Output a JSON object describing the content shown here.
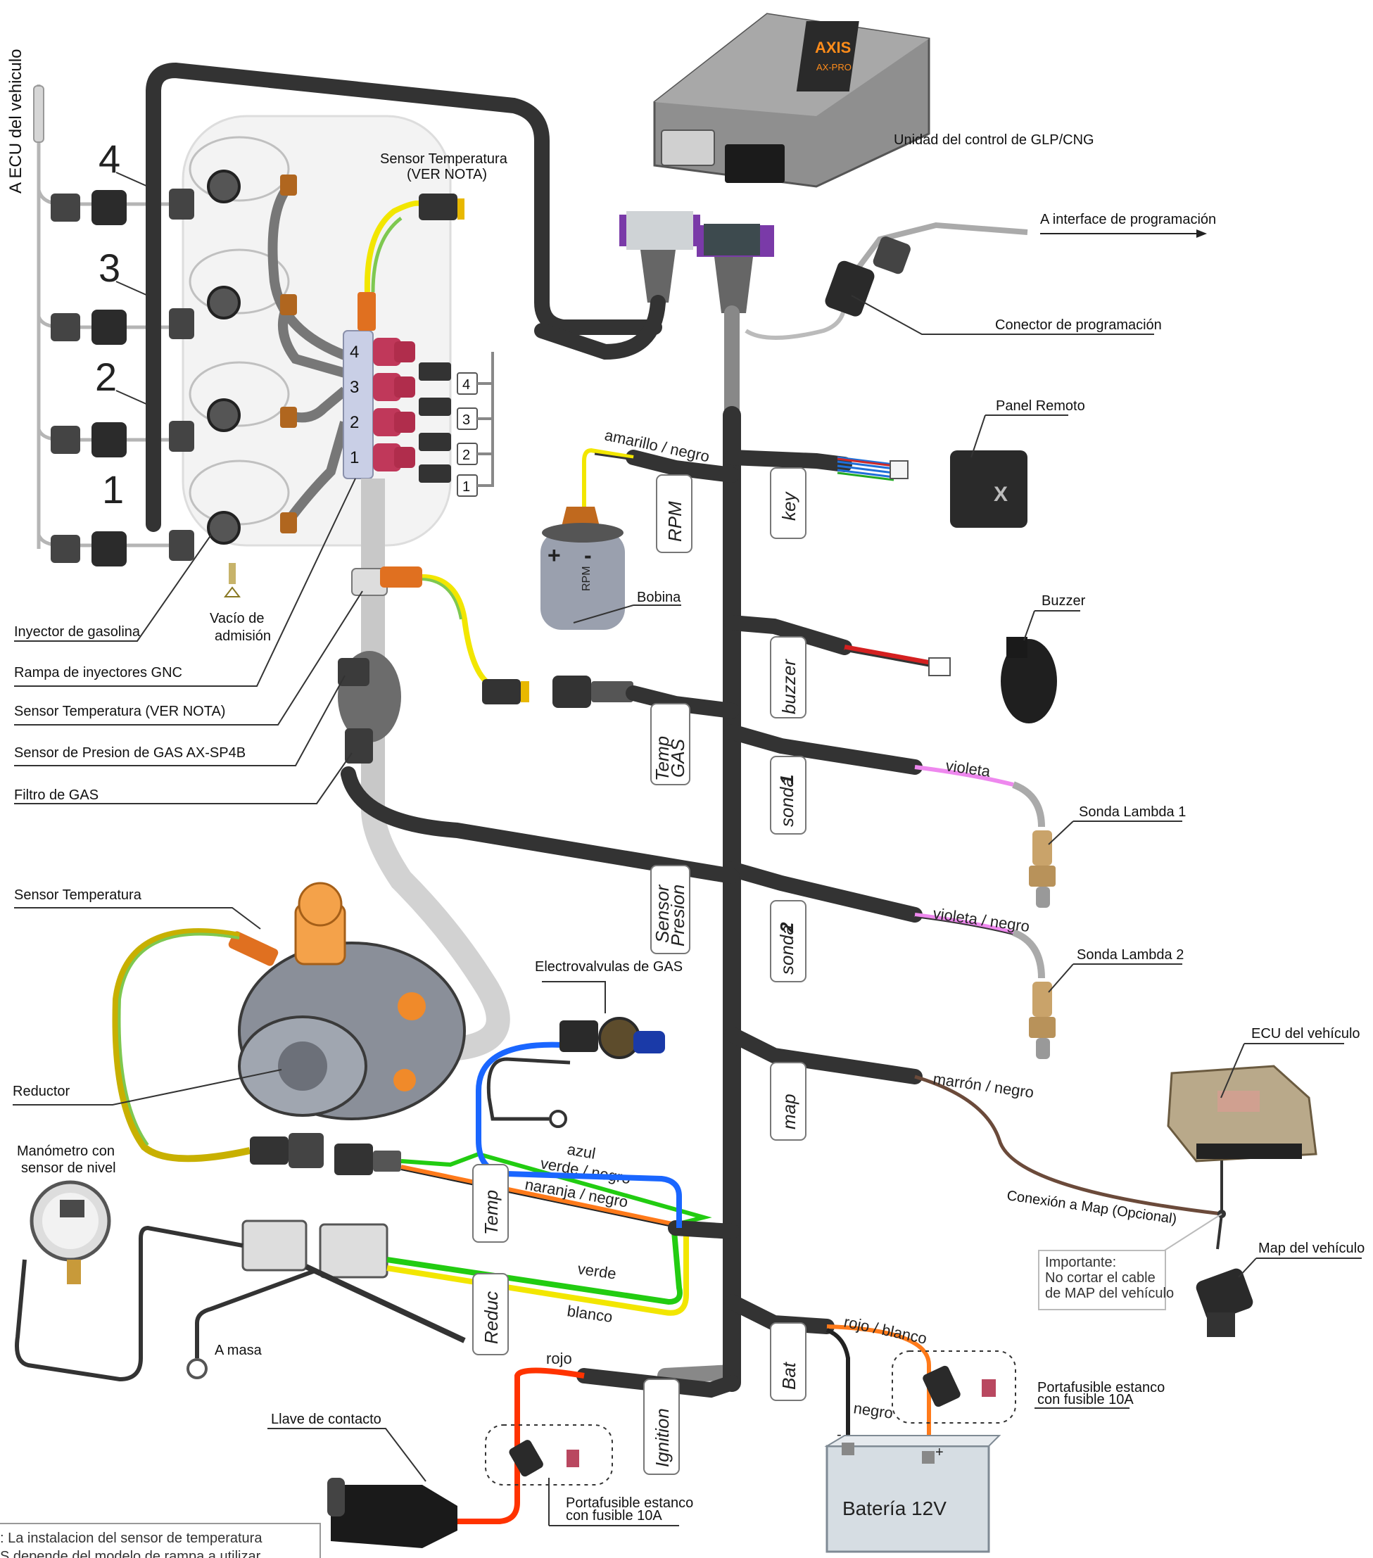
{
  "ecu_title": "A  ECU del vehiculo",
  "cylinders": [
    "4",
    "3",
    "2",
    "1"
  ],
  "rail_numbers": [
    "4",
    "3",
    "2",
    "1"
  ],
  "ecu_unit": {
    "logo": "AXIS",
    "model": "AX-PRO",
    "label": "Unidad del control de GLP/CNG"
  },
  "programming": {
    "interface": "A interface de programación",
    "connector": "Conector de programación"
  },
  "remote_panel": "Panel Remoto",
  "buzzer": "Buzzer",
  "lambda1": "Sonda Lambda 1",
  "lambda2": "Sonda Lambda 2",
  "vehicle_ecu": "ECU del vehículo",
  "vehicle_map": "Map del vehículo",
  "map_connection": "Conexión a Map (Opcional)",
  "important_note": {
    "title": "Importante:",
    "line1": "No cortar el cable",
    "line2": "de MAP del vehículo"
  },
  "temp_sensor_top": {
    "line1": "Sensor Temperatura",
    "line2": "(VER NOTA)"
  },
  "coil": {
    "label": "Bobina",
    "plus": "+",
    "minus": "-",
    "rpm": "RPM"
  },
  "left_labels": {
    "injector": "Inyector de gasolina",
    "rail": "Rampa de inyectores GNC",
    "temp": "Sensor Temperatura (VER NOTA)",
    "pressure": "Sensor de Presion de GAS AX-SP4B",
    "filter": "Filtro de GAS",
    "temp_reducer": "Sensor Temperatura",
    "reducer": "Reductor",
    "gauge_line1": "Manómetro con",
    "gauge_line2": "sensor de nivel"
  },
  "vacuum": {
    "line1": "Vacío de",
    "line2": "admisión"
  },
  "solenoid": "Electrovalvulas de GAS",
  "ground": "A masa",
  "ignition_switch": "Llave de contacto",
  "fuse_bottom": {
    "line1": "Portafusible estanco",
    "line2": "con fusible 10A"
  },
  "fuse_right": {
    "line1": "Portafusible estanco",
    "line2": "con fusible 10A"
  },
  "battery": {
    "label": "Batería 12V",
    "minus": "-",
    "plus": "+"
  },
  "wire_labels": {
    "amarillo_negro": "amarillo / negro",
    "violeta": "violeta",
    "violeta_negro": "violeta / negro",
    "marron_negro": "marrón / negro",
    "azul": "azul",
    "verde_negro": "verde / negro",
    "naranja_negro": "naranja / negro",
    "verde": "verde",
    "blanco": "blanco",
    "rojo": "rojo",
    "rojo_blanco": "rojo / blanco",
    "negro": "negro"
  },
  "tags": {
    "rpm": "RPM",
    "key": "key",
    "buzzer": "buzzer",
    "temp_gas_1": "Temp",
    "temp_gas_2": "GAS",
    "sonda1": "sonda",
    "sonda1_num": "1",
    "sensor_presion_1": "Sensor",
    "sensor_presion_2": "Presion",
    "sonda2": "sonda",
    "sonda2_num": "2",
    "map": "map",
    "temp": "Temp",
    "reduc": "Reduc",
    "bat": "Bat",
    "ignition": "Ignition"
  },
  "footer_note": {
    "line1": ": La instalacion del sensor de temperatura",
    "line2": "S depende del modelo de rampa a utilizar"
  },
  "colors": {
    "harness": "#333333",
    "yellow": "#f2e600",
    "green": "#22cc11",
    "blue": "#1a66ff",
    "orange": "#ff7a1a",
    "red": "#ff3300",
    "violet": "#ee88ee",
    "brown": "#6b4a3a",
    "bobbin_orange": "#e07020"
  }
}
